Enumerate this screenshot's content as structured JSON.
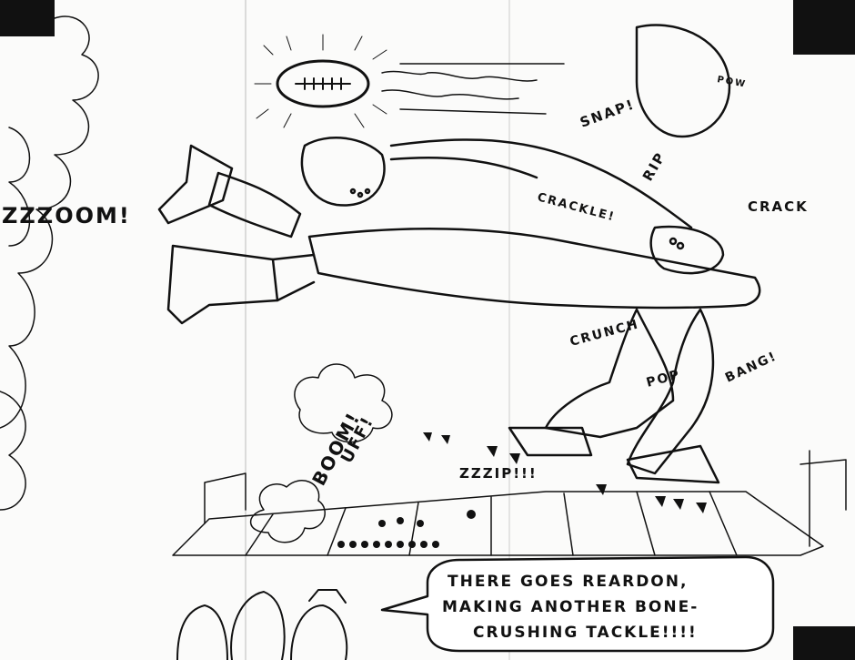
{
  "sound_effects": {
    "zzoom": "ZZZOOM!",
    "snap": "SNAP!",
    "rip": "RIP",
    "crack": "CRACK",
    "crackle": "CRACKLE!",
    "crunch": "CRUNCH",
    "pop": "POP",
    "bang": "BANG!",
    "boom": "BOOM!",
    "uff": "UFF!",
    "zzzip": "ZZZIP!!!",
    "pow": "POW"
  },
  "speech_bubble": {
    "line1": "THERE GOES REARDON,",
    "line2": "MAKING ANOTHER BONE-",
    "line3": "CRUSHING TACKLE!!!!"
  }
}
